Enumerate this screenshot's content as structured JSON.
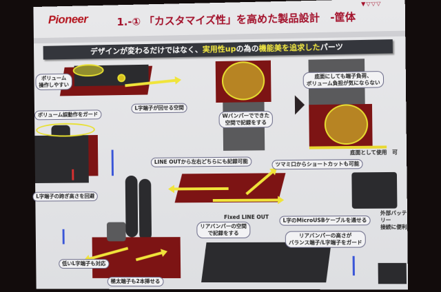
{
  "header": {
    "logo": "Pioneer",
    "title": "1.-① 「カスタマイズ性」を高めた製品設計　-筐体",
    "page_indicator": "▼▽▽▽"
  },
  "subtitle": {
    "part1": "デザインが変わるだけではなく、",
    "part2": "実用性up",
    "part3": "の為の",
    "part4": "機能美を追求した",
    "part5": "パーツ"
  },
  "callouts": {
    "volume_easy": "ボリューム\n操作しやすい",
    "l_rotate": "L字端子が回せる空間",
    "volume_guard": "ボリューム誤動作をガード",
    "w_bumper": "Wバンパーでできた\n空間で記録をする",
    "bottom_load": "底面にしても端子負荷、\nボリューム負担が気にならない",
    "bottom_use": "底面として使用　可",
    "line_out": "LINE OUTから左右どちらにも記録可能",
    "shortcut": "ツマミ口からショートカットも可能",
    "l_height": "L字端子の跨ぎ高さを回避",
    "low_l": "低いL字端子も対応",
    "thick": "極太端子も2本挿せる",
    "fixed_line_out": "Fixed LINE OUT",
    "rear_space": "リアバンパーの空間\nで記録をする",
    "microusb": "L字のMicroUSBケーブルを通せる",
    "battery": "外部バッテリー\n接続に便利",
    "rear_guard": "リアバンパーの高さが\nバランス端子/L字端子をガード"
  },
  "colors": {
    "accent": "#a3102a",
    "highlight": "#f2e842",
    "bar": "#34363c"
  }
}
